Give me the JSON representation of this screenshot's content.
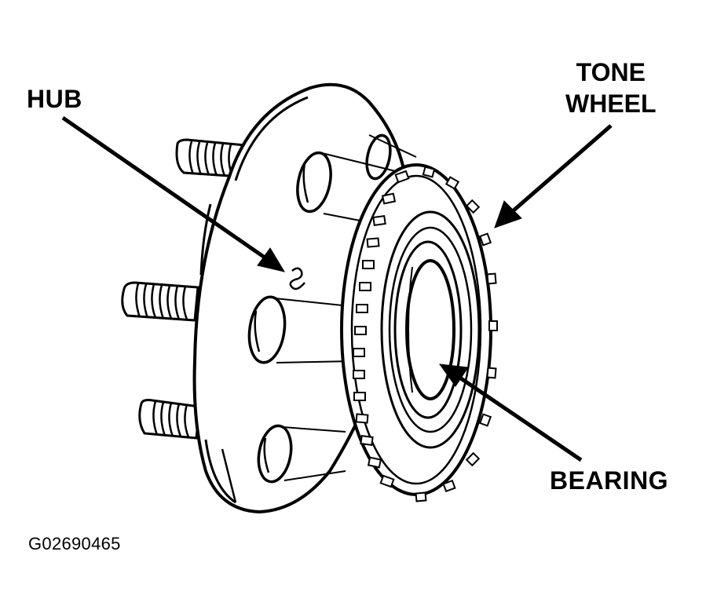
{
  "labels": {
    "hub": "HUB",
    "tone_wheel_line1": "TONE",
    "tone_wheel_line2": "WHEEL",
    "bearing": "BEARING"
  },
  "figure_id": "G02690465",
  "colors": {
    "ink": "#000000",
    "paper": "#ffffff"
  },
  "icons": {
    "arrow": "arrow-icon"
  }
}
